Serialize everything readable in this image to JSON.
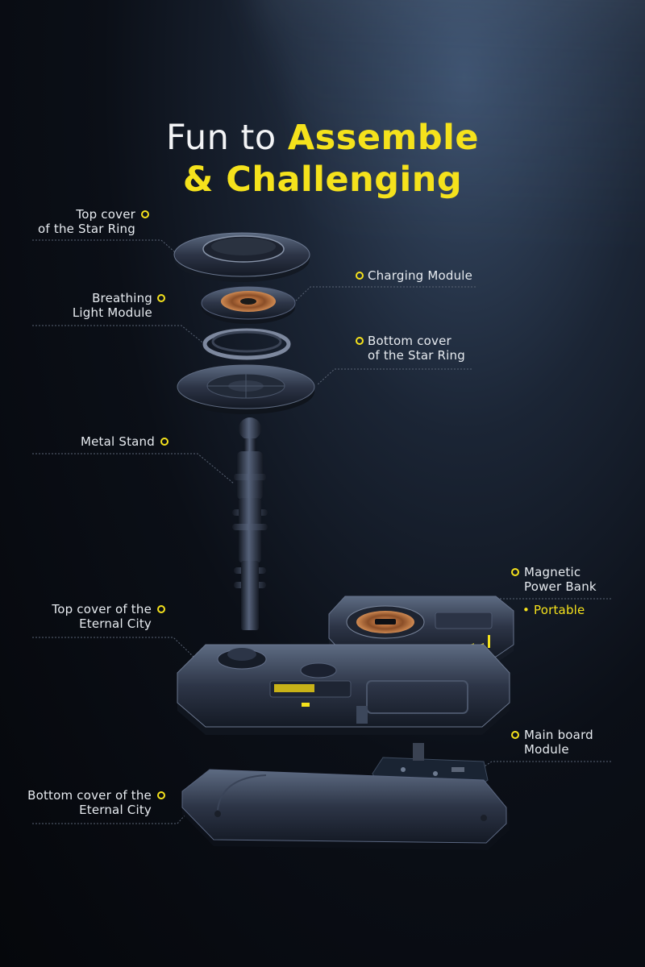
{
  "title": {
    "line1_white": "Fun to ",
    "line1_yellow": "Assemble",
    "line2_yellow": "& Challenging"
  },
  "labels": {
    "top_cover_star_ring": [
      "Top cover",
      "of the Star Ring"
    ],
    "charging_module": [
      "Charging Module"
    ],
    "breathing_light_module": [
      "Breathing",
      "Light Module"
    ],
    "bottom_cover_star_ring": [
      "Bottom cover",
      "of the Star Ring"
    ],
    "metal_stand": [
      "Metal Stand"
    ],
    "magnetic_power_bank": [
      "Magnetic",
      "Power Bank"
    ],
    "portable_note": "• Portable",
    "top_cover_eternal_city": [
      "Top cover of the",
      "Eternal City"
    ],
    "main_board_module": [
      "Main board",
      "Module"
    ],
    "bottom_cover_eternal_city": [
      "Bottom cover of the",
      "Eternal City"
    ]
  },
  "colors": {
    "accent_yellow": "#f5e21c",
    "label_text": "#e7ebf0",
    "leader_line": "#5a6475",
    "copper_coil": "#b5683a",
    "part_metal": "#2b3344"
  },
  "icons": {
    "bullet": "ring-bullet-icon"
  }
}
